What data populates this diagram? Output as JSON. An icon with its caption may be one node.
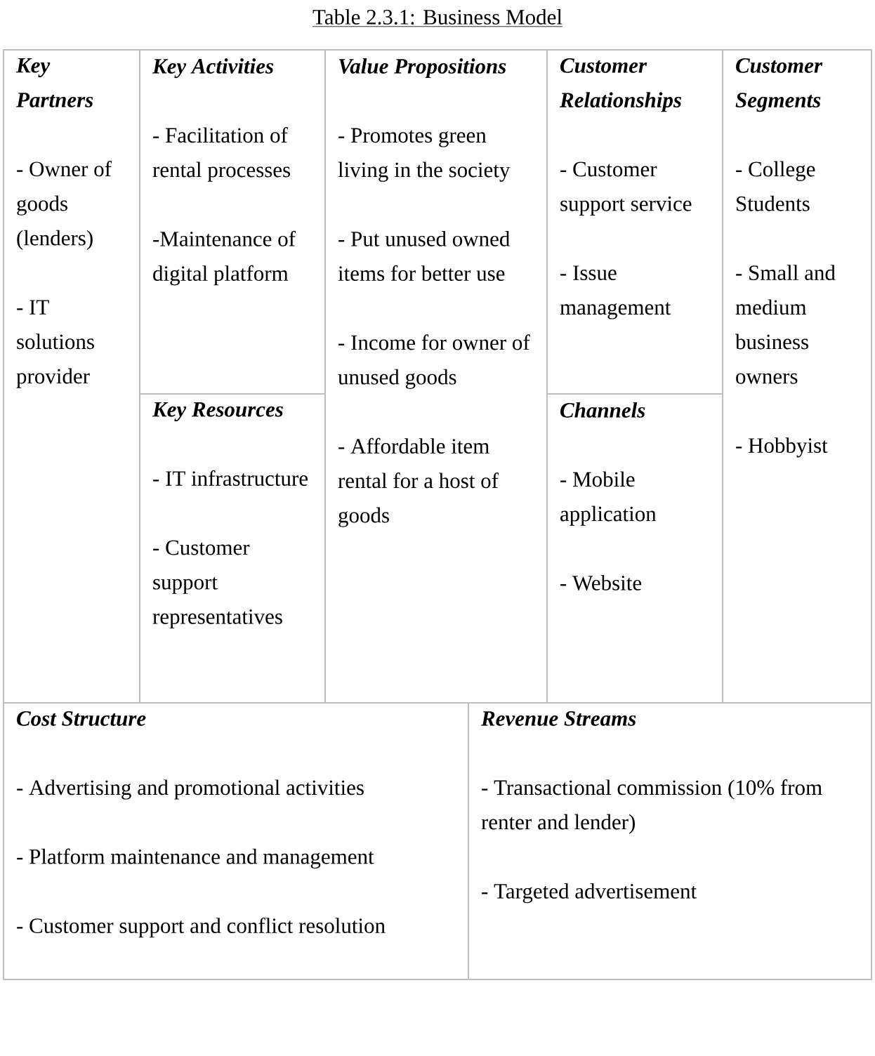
{
  "diagram": {
    "title": "Table 2.3.1: Business Model",
    "nodes": [
      {
        "text": [
          "Key Partners",
          "- Owner of goods (lenders)",
          "- IT solutions provider"
        ]
      },
      {
        "text": [
          "Key Activities",
          "- Facilitation of rental processes",
          "-Maintenance of digital platform"
        ]
      },
      {
        "text": [
          "Key Resources",
          "- IT infrastructure",
          "- Customer support representatives"
        ]
      },
      {
        "text": [
          "Value Propositions",
          "- Promotes green living in the society",
          "- Put unused owned items for better use",
          "- Income for owner of unused goods",
          "- Affordable item rental for a host of goods"
        ]
      },
      {
        "text": [
          "Customer Relationships",
          "- Customer support service",
          "- Issue management"
        ]
      },
      {
        "text": [
          "Channels",
          "- Mobile application",
          "- Website"
        ]
      },
      {
        "text": [
          "Customer Segments",
          "- College Students",
          "- Small and medium business owners",
          "- Hobbyist"
        ]
      },
      {
        "text": [
          "Cost Structure",
          "- Advertising and promotional activities",
          "- Platform maintenance and management",
          "- Customer support and conflict resolution"
        ]
      },
      {
        "text": [
          "Revenue Streams",
          "- Transactional commission (10% from renter and lender)",
          "- Targeted advertisement"
        ]
      }
    ],
    "edges": []
  }
}
